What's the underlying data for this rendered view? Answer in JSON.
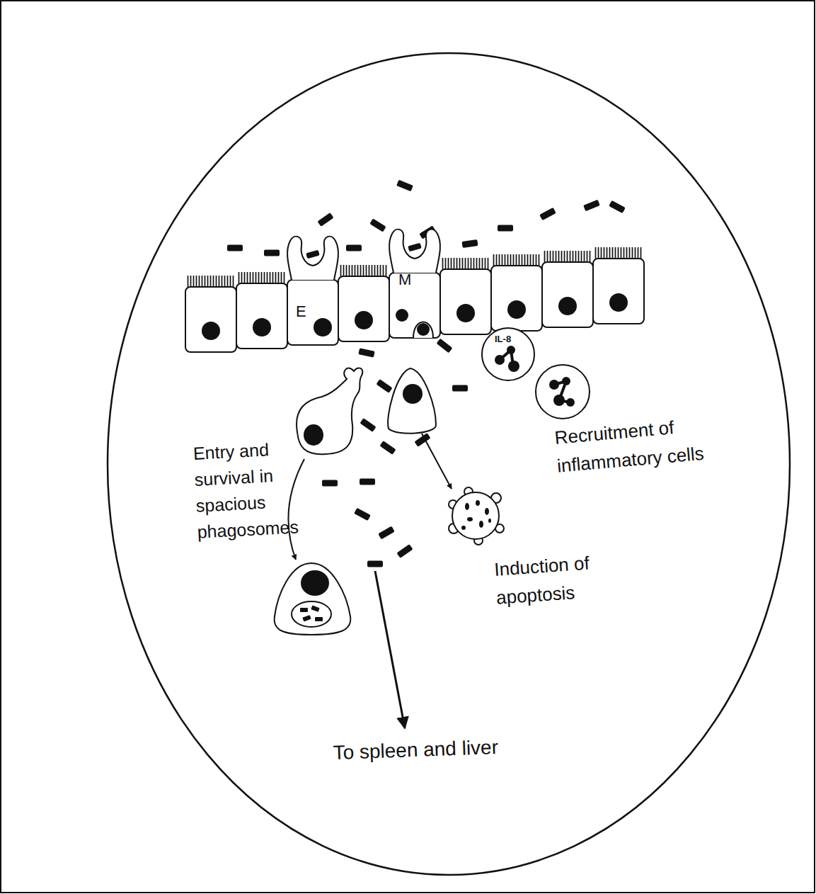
{
  "diagram": {
    "nodes": [
      {
        "text": [
          "E"
        ]
      },
      {
        "text": [
          "M"
        ]
      }
    ],
    "labels": [
      "IL-8",
      "Entry and survival in spacious phagosomes",
      "Recruitment of inflammatory cells",
      "Induction of apoptosis",
      "To spleen and liver"
    ]
  }
}
